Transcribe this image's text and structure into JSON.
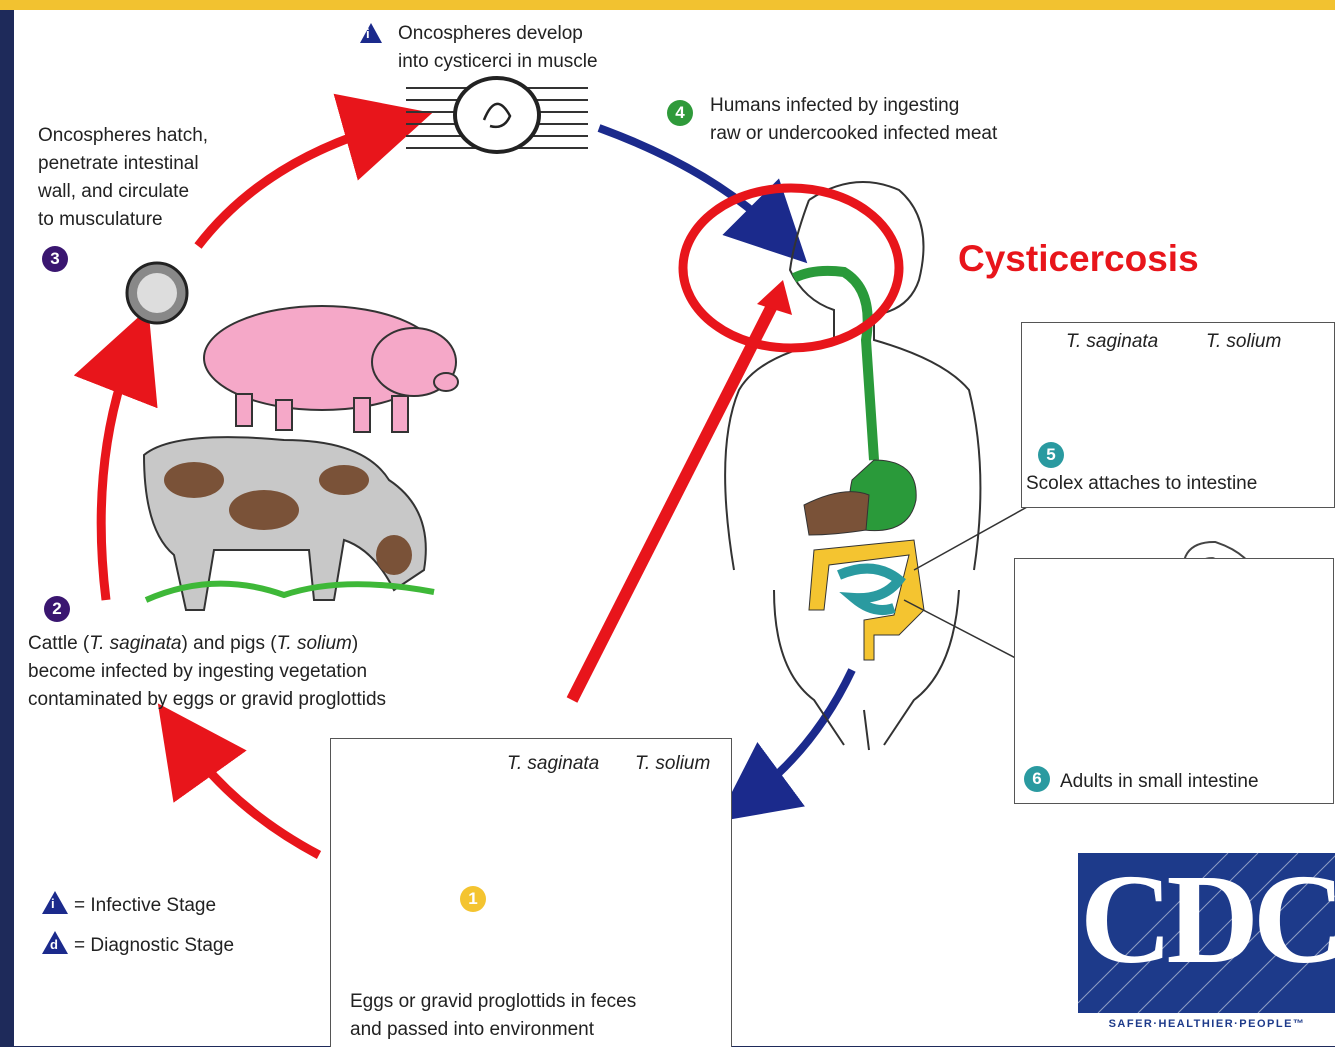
{
  "title": "Cysticercosis",
  "stages": {
    "i_text": [
      "Oncospheres develop",
      "into cysticerci in muscle"
    ],
    "s4_text": [
      "Humans infected by ingesting",
      "raw or undercooked infected meat"
    ],
    "s3_text": [
      "Oncospheres hatch,",
      "penetrate intestinal",
      "wall, and circulate",
      "to musculature"
    ],
    "s2_text_line1_a": "Cattle (",
    "s2_text_line1_b": "T. saginata",
    "s2_text_line1_c": ") and pigs (",
    "s2_text_line1_d": "T. solium",
    "s2_text_line1_e": ")",
    "s2_text_line2": "become infected by ingesting vegetation",
    "s2_text_line3": "contaminated by eggs or gravid proglottids",
    "s5_label": "Scolex attaches to intestine",
    "s6_label": "Adults in small intestine",
    "s1_text": [
      "Eggs or gravid proglottids in feces",
      "and passed into environment"
    ]
  },
  "species": {
    "saginata": "T. saginata",
    "solium": "T. solium"
  },
  "badges": {
    "b1": "1",
    "b2": "2",
    "b3": "3",
    "b4": "4",
    "b5": "5",
    "b6": "6",
    "i": "i",
    "d": "d"
  },
  "legend": {
    "infective": "= Infective Stage",
    "diagnostic": "= Diagnostic Stage"
  },
  "logo": {
    "text": "CDC",
    "tagline": "SAFER·HEALTHIER·PEOPLE™"
  },
  "colors": {
    "red_arrow": "#e8151b",
    "blue_arrow": "#1b2a8c",
    "badge_purple": "#3a1670",
    "badge_green": "#2f9a3a",
    "badge_teal": "#2a9aa0",
    "badge_yellow": "#f4c430",
    "cdc_blue": "#1d3a8a"
  }
}
